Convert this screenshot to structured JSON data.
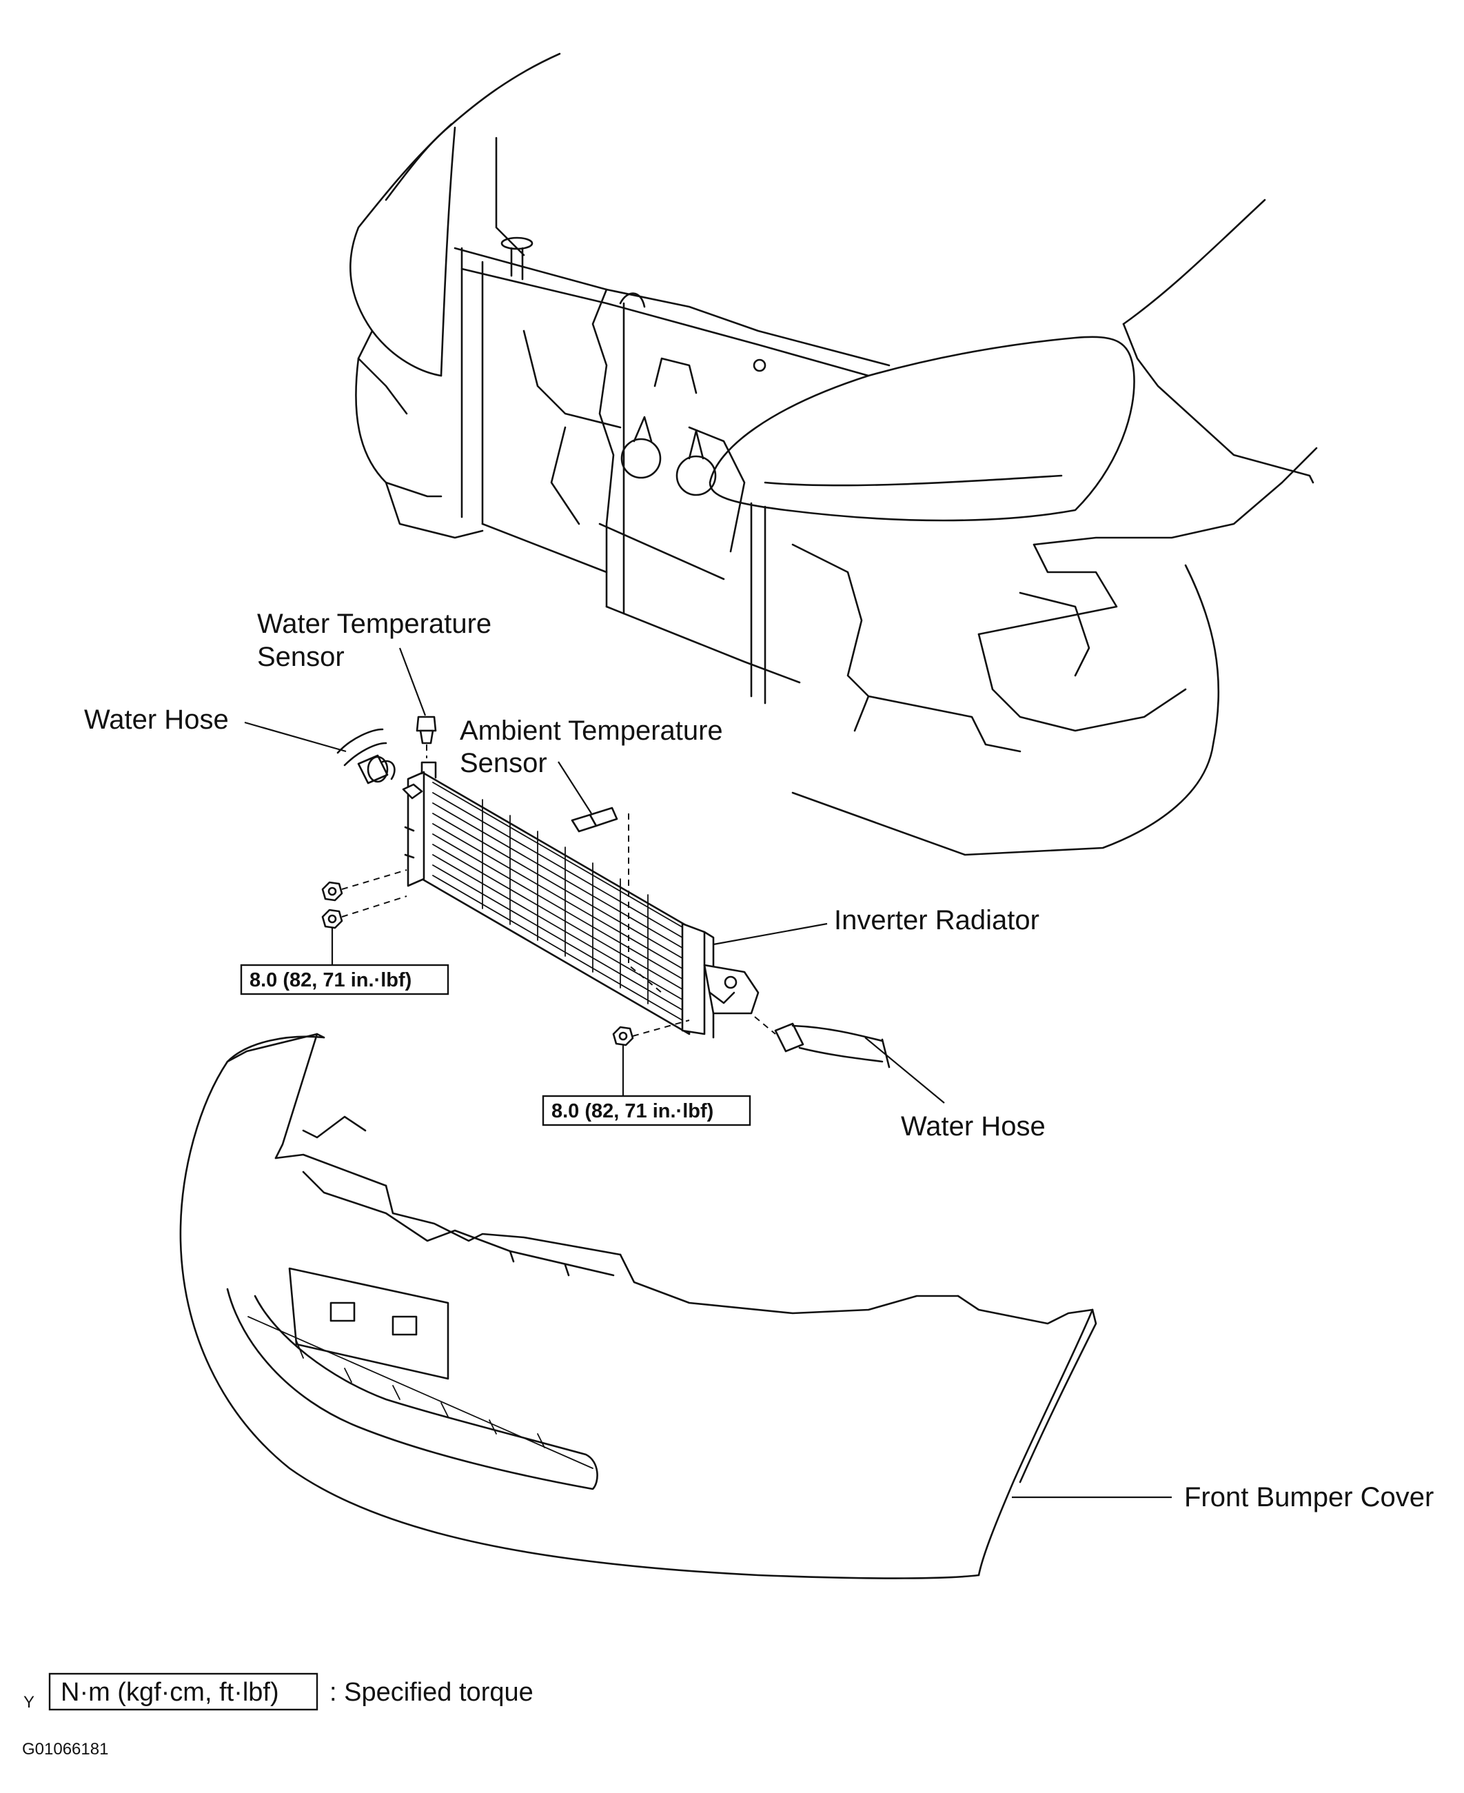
{
  "labels": {
    "water_temp_sensor_line1": "Water Temperature",
    "water_temp_sensor_line2": "Sensor",
    "water_hose_top": "Water Hose",
    "ambient_temp_sensor_line1": "Ambient Temperature",
    "ambient_temp_sensor_line2": "Sensor",
    "inverter_radiator": "Inverter Radiator",
    "water_hose_bottom": "Water Hose",
    "front_bumper_cover": "Front Bumper Cover"
  },
  "torque": {
    "left": "8.0 (82, 71 in.·lbf)",
    "right": "8.0 (82, 71 in.·lbf)"
  },
  "legend": {
    "mark": "Y",
    "units": "N·m (kgf·cm, ft·lbf)",
    "description": ": Specified torque"
  },
  "figure_code": "G01066181"
}
